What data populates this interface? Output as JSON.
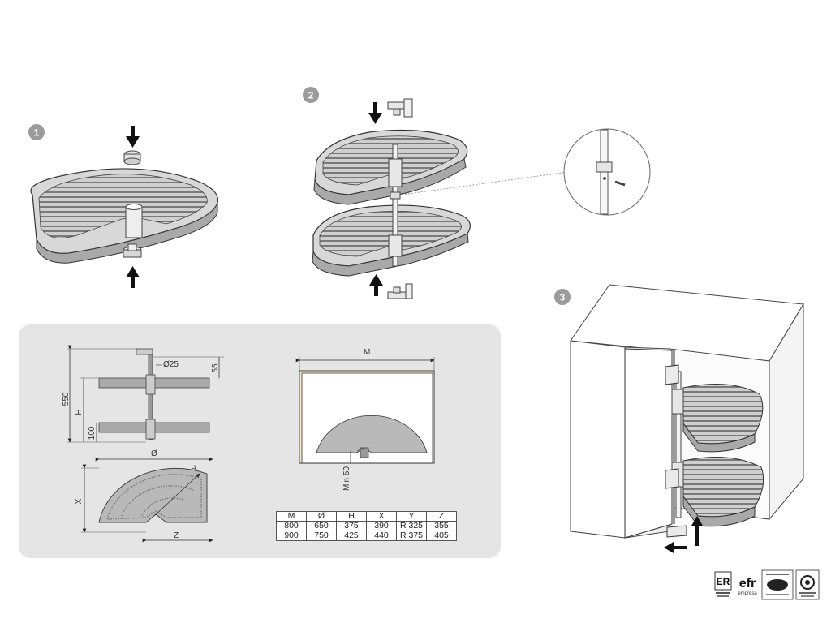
{
  "steps": [
    "1",
    "2",
    "3"
  ],
  "spec_labels": {
    "diam_pole": "Ø25",
    "top_offset": "55",
    "total_height": "550",
    "h": "H",
    "bottom_offset": "100",
    "diameter": "Ø",
    "x": "X",
    "y": "Y",
    "z": "Z",
    "m": "M",
    "min50": "Min 50"
  },
  "spec_table": {
    "headers": [
      "M",
      "Ø",
      "H",
      "X",
      "Y",
      "Z"
    ],
    "rows": [
      [
        "800",
        "650",
        "375",
        "390",
        "R 325",
        "355"
      ],
      [
        "900",
        "750",
        "425",
        "440",
        "R 375",
        "405"
      ]
    ]
  },
  "certifications": {
    "efr_main": "efr",
    "efr_sub": "empresa",
    "er_mark": "ER"
  },
  "colors": {
    "panel": "#e5e5e5",
    "tray": "#b9b9b9",
    "cabinet_interior": "#f2e7c9",
    "step_circle": "#9b9b9b"
  }
}
